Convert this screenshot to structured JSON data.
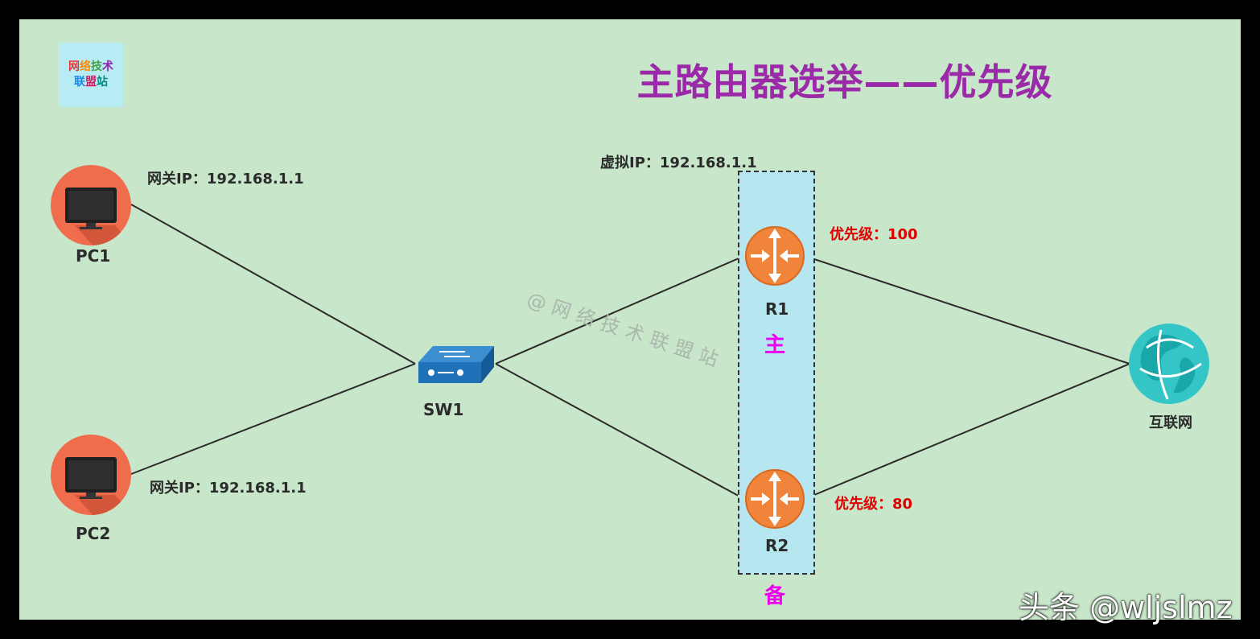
{
  "logo": {
    "line1": [
      "网",
      "络",
      "技",
      "术"
    ],
    "line2": [
      "联",
      "盟",
      "站"
    ],
    "colors": [
      "#e53935",
      "#fb8c00",
      "#43a047",
      "#8e24aa",
      "#1e88e5",
      "#d81b60",
      "#00897b"
    ]
  },
  "title": "主路由器选举——优先级",
  "watermark": "@网络技术联盟站",
  "virtual_ip_label": "虚拟IP：192.168.1.1",
  "pc1": {
    "name": "PC1",
    "gateway_label": "网关IP：192.168.1.1",
    "icon": "monitor-icon"
  },
  "pc2": {
    "name": "PC2",
    "gateway_label": "网关IP：192.168.1.1",
    "icon": "monitor-icon"
  },
  "sw1": {
    "name": "SW1",
    "icon": "switch-icon"
  },
  "r1": {
    "name": "R1",
    "priority_label": "优先级：100",
    "role": "主",
    "icon": "router-icon"
  },
  "r2": {
    "name": "R2",
    "priority_label": "优先级：80",
    "role": "备",
    "icon": "router-icon"
  },
  "internet": {
    "name": "互联网",
    "icon": "globe-icon"
  },
  "toutiao": "头条 @wljslmz",
  "colors": {
    "background": "#c8e6c9",
    "title": "#9b2aa9",
    "priority": "#e00000",
    "role": "#ee00ee",
    "pc_circle": "#ef6c4d",
    "router": "#f0843a",
    "globe": "#34c6c7",
    "vr_box": "#b6e7f0"
  }
}
